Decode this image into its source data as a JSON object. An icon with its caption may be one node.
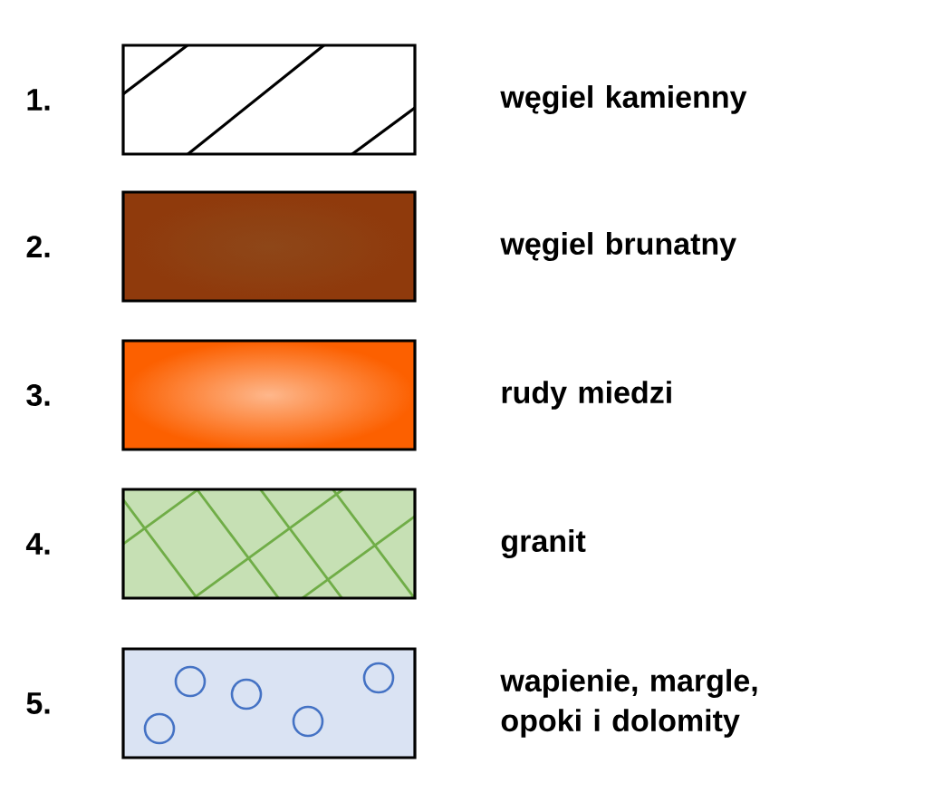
{
  "diagram": {
    "labels": [
      "1.",
      "2.",
      "3.",
      "4.",
      "5."
    ],
    "legend": [
      {
        "text": "węgiel kamienny"
      },
      {
        "text": "węgiel brunatny",
        "color": "#8f3a0c"
      },
      {
        "text": "rudy miedzi",
        "color": "#fc6000"
      },
      {
        "text": "granit"
      },
      {
        "text": "wapienie, margle, opoki i dolomity"
      }
    ]
  }
}
